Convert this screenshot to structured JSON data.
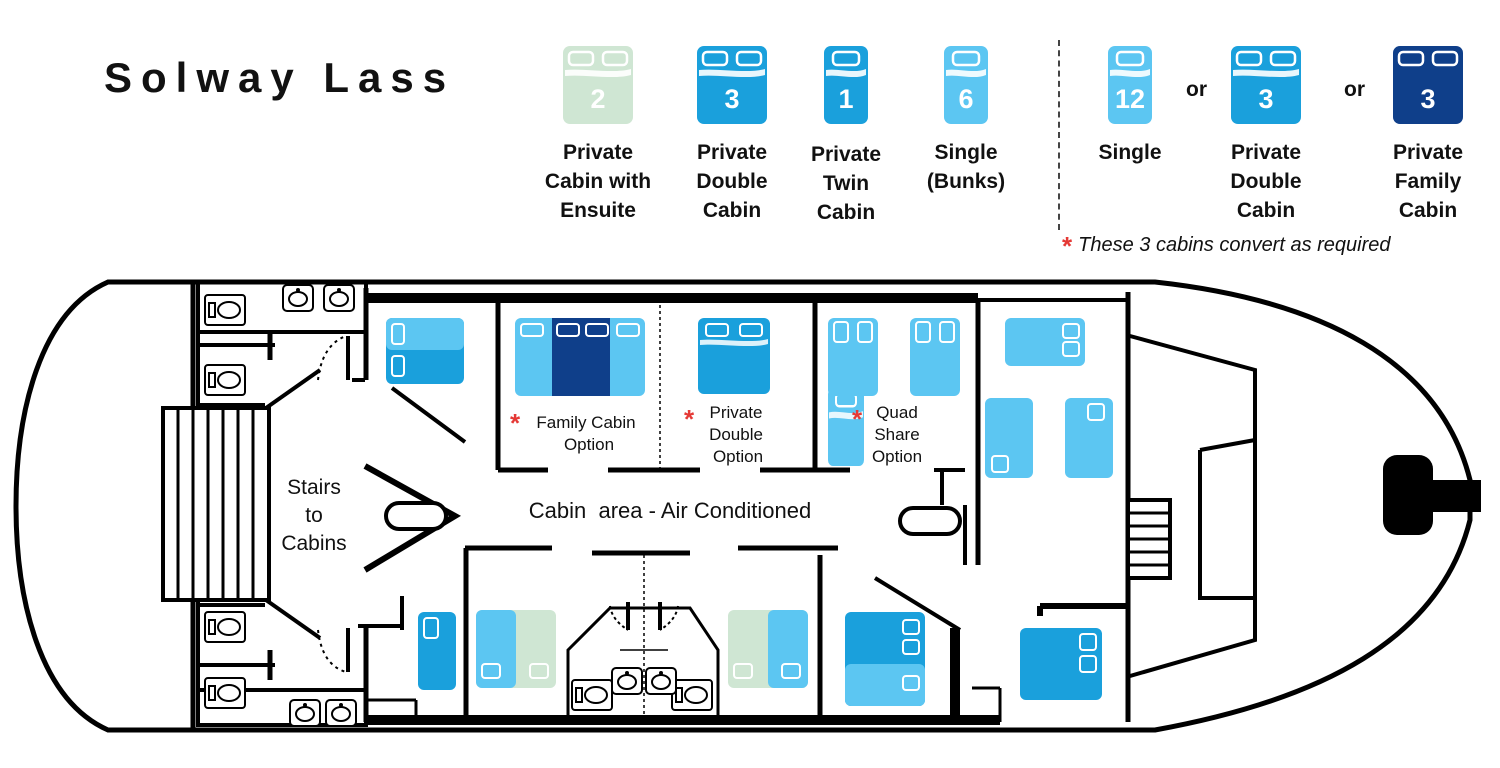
{
  "title": "Solway Lass",
  "legend": [
    {
      "count": "2",
      "label_lines": [
        "Private",
        "Cabin with",
        "Ensuite"
      ],
      "color": "#cfe6d3",
      "shape": "double"
    },
    {
      "count": "3",
      "label_lines": [
        "Private",
        "Double",
        "Cabin"
      ],
      "color": "#1aa0dc",
      "shape": "double"
    },
    {
      "count": "1",
      "label_lines": [
        "Private",
        "Twin",
        "Cabin"
      ],
      "color": "#1aa0dc",
      "shape": "single"
    },
    {
      "count": "6",
      "label_lines": [
        "Single",
        "(Bunks)"
      ],
      "color": "#5cc6f2",
      "shape": "single"
    }
  ],
  "convertible": [
    {
      "count": "12",
      "label_lines": [
        "Single"
      ],
      "color": "#5cc6f2",
      "shape": "single"
    },
    {
      "count": "3",
      "label_lines": [
        "Private",
        "Double",
        "Cabin"
      ],
      "color": "#1aa0dc",
      "shape": "double"
    },
    {
      "count": "3",
      "label_lines": [
        "Private",
        "Family",
        "Cabin"
      ],
      "color": "#0f3f8a",
      "shape": "double"
    }
  ],
  "or_word": "or",
  "note": "These 3 cabins convert as required",
  "star_symbol": "*",
  "plan": {
    "stairs_lines": [
      "Stairs",
      "to",
      "Cabins"
    ],
    "cabin_area": "Cabin  area - Air Conditioned",
    "family_option": [
      "Family Cabin",
      "Option"
    ],
    "double_option": [
      "Private",
      "Double",
      "Option"
    ],
    "quad_option": [
      "Quad",
      "Share",
      "Option"
    ]
  },
  "colors": {
    "ensuite_green": "#cfe6d3",
    "double_blue": "#1aa0dc",
    "single_light_blue": "#5cc6f2",
    "family_navy": "#0f3f8a",
    "asterisk_red": "#e53935",
    "wall": "#000000"
  }
}
